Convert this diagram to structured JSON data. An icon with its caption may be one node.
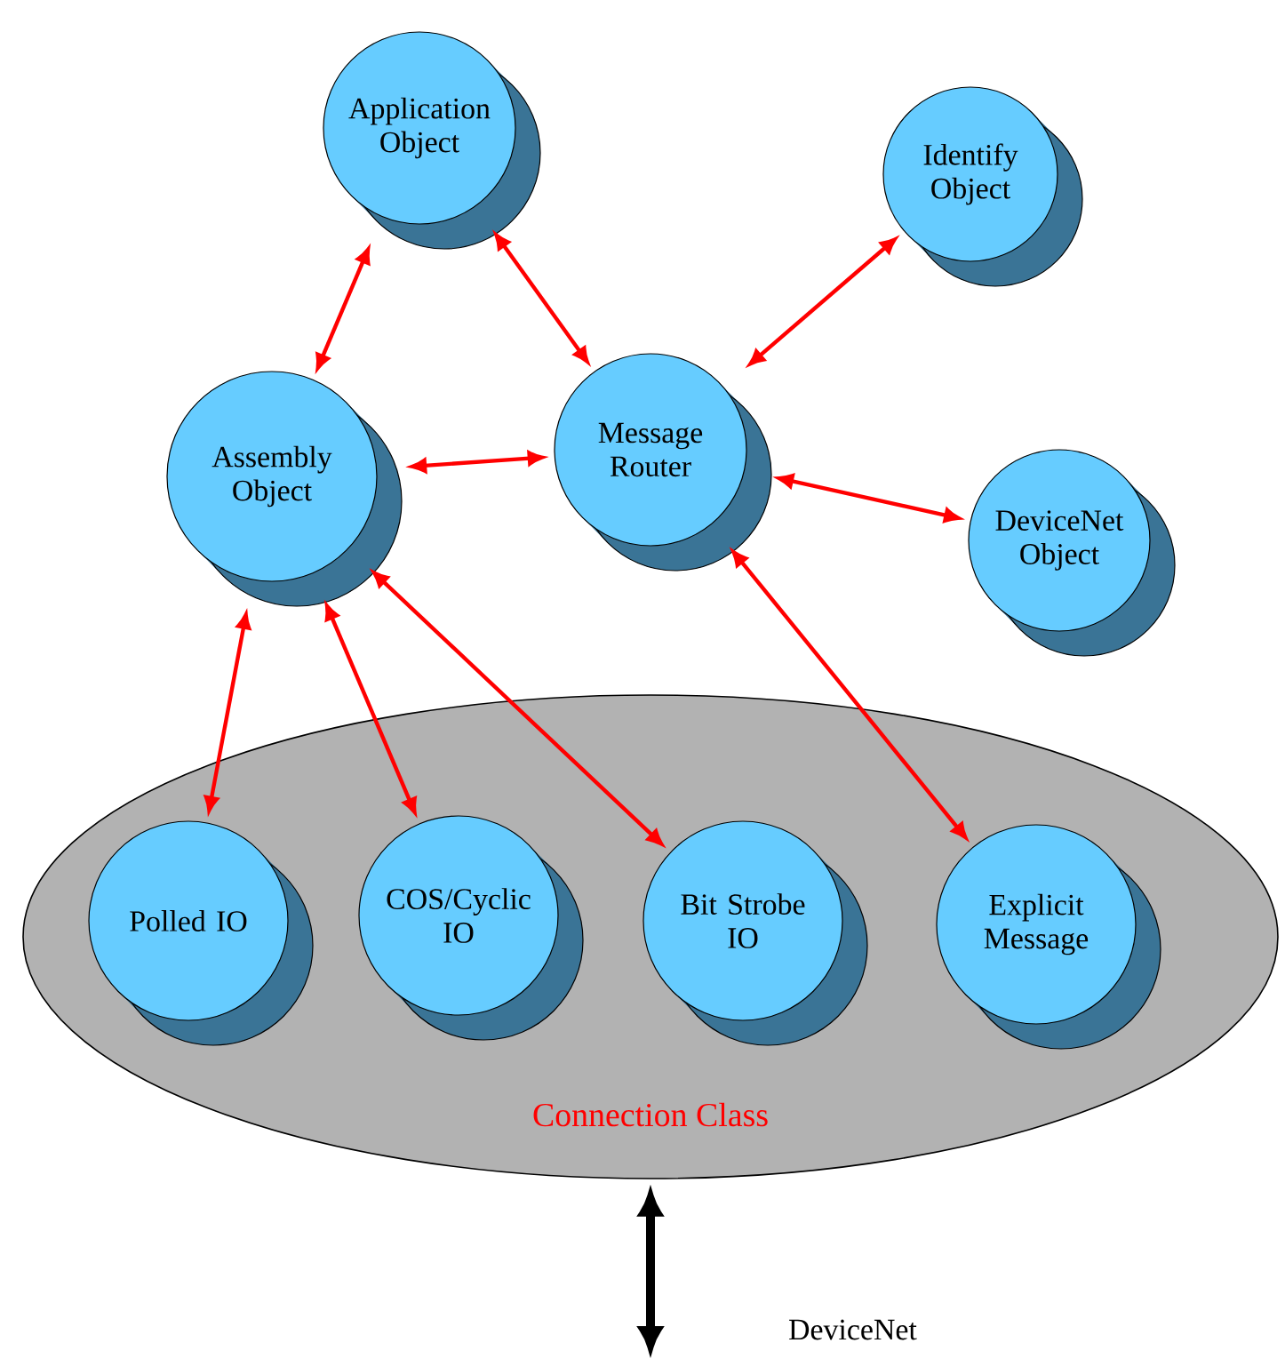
{
  "diagram": {
    "nodes": [
      {
        "text": [
          "Application Object"
        ]
      },
      {
        "text": [
          "Identify Object"
        ]
      },
      {
        "text": [
          "Assembly Object"
        ]
      },
      {
        "text": [
          "Message Router"
        ]
      },
      {
        "text": [
          "DeviceNet Object"
        ]
      },
      {
        "text": [
          "Connection Class"
        ]
      },
      {
        "text": [
          "Polled IO"
        ],
        "in": 5
      },
      {
        "text": [
          "COS/Cyclic IO"
        ],
        "in": 5
      },
      {
        "text": [
          "Bit Strobe IO"
        ],
        "in": 5
      },
      {
        "text": [
          "Explicit Message"
        ],
        "in": 5
      }
    ],
    "edges": [
      {
        "from": 0,
        "to": 2,
        "arrow": "both"
      },
      {
        "from": 0,
        "to": 3,
        "arrow": "both"
      },
      {
        "from": 1,
        "to": 3,
        "arrow": "both"
      },
      {
        "from": 2,
        "to": 3,
        "arrow": "both"
      },
      {
        "from": 3,
        "to": 4,
        "arrow": "both"
      },
      {
        "from": 2,
        "to": 6,
        "arrow": "both"
      },
      {
        "from": 2,
        "to": 7,
        "arrow": "both"
      },
      {
        "from": 2,
        "to": 8,
        "arrow": "both"
      },
      {
        "from": 3,
        "to": 9,
        "arrow": "both"
      },
      {
        "from": 5,
        "to": null,
        "arrow": "both",
        "style": "thick",
        "color": "#000000"
      }
    ],
    "labels": [
      "DeviceNet"
    ]
  }
}
